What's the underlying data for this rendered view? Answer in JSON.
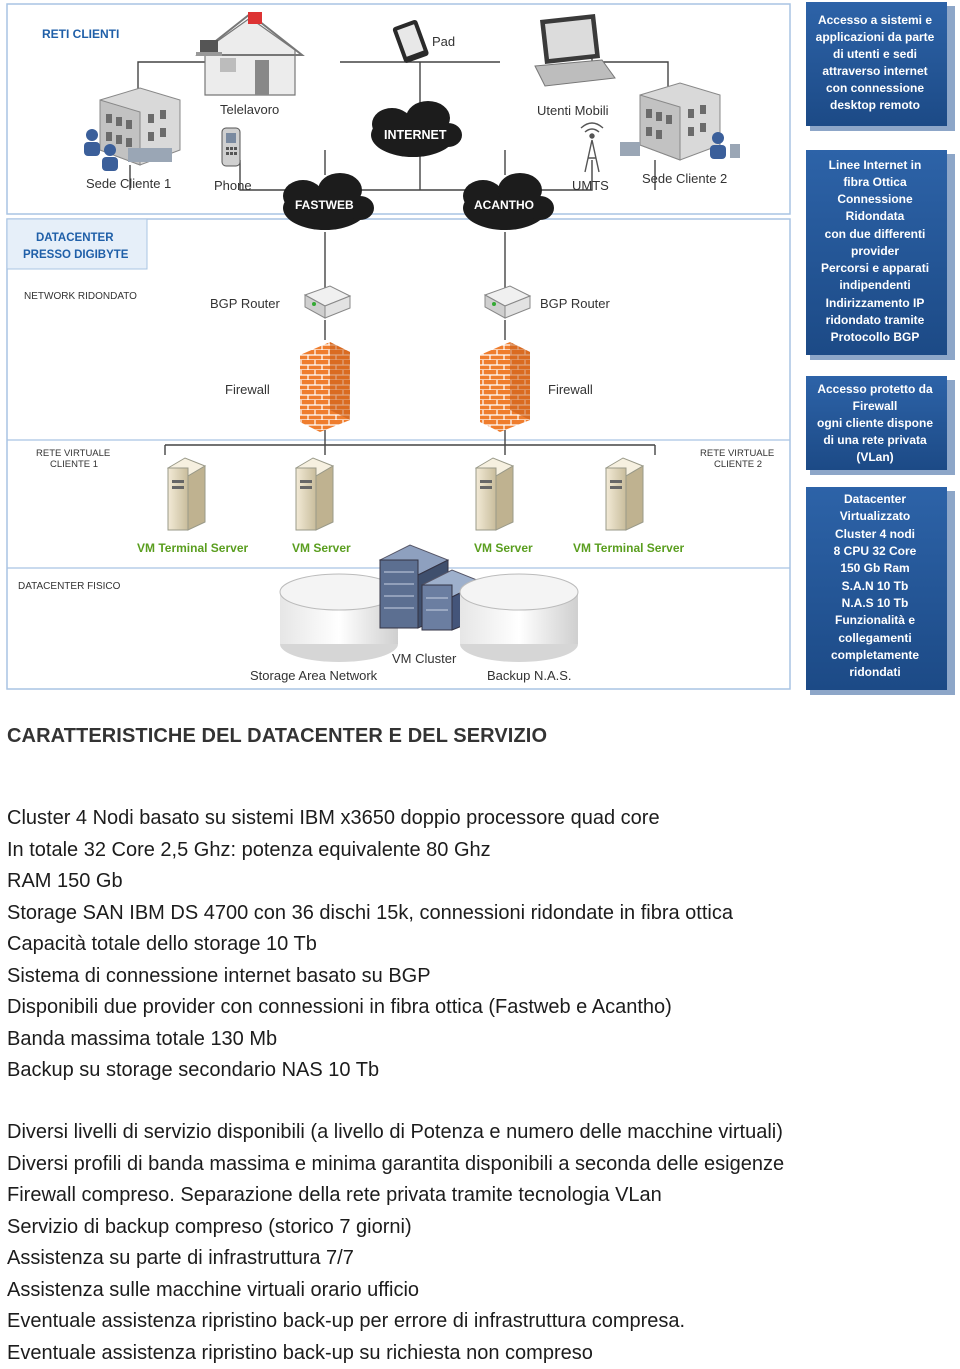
{
  "diagram": {
    "zones": {
      "client_networks": "RETI CLIENTI",
      "datacenter": [
        "DATACENTER",
        "PRESSO DIGIBYTE"
      ],
      "network": "NETWORK RIDONDATO",
      "virtual_net_1": [
        "RETE VIRTUALE",
        "CLIENTE 1"
      ],
      "virtual_net_2": [
        "RETE VIRTUALE",
        "CLIENTE 2"
      ],
      "physical": "DATACENTER FISICO"
    },
    "nodes": {
      "site1": "Sede Cliente 1",
      "telework": "Telelavoro",
      "phone": "Phone",
      "pad": "Pad",
      "mobile_users": "Utenti Mobili",
      "umts": "UMTS",
      "site2": "Sede Cliente 2",
      "internet": "INTERNET",
      "fastweb": "FASTWEB",
      "acantho": "ACANTHO",
      "bgp1": "BGP Router",
      "bgp2": "BGP Router",
      "fw1": "Firewall",
      "fw2": "Firewall",
      "vm1": "VM Terminal Server",
      "vm2": "VM Server",
      "vm3": "VM Server",
      "vm4": "VM Terminal Server",
      "san": "Storage Area Network",
      "cluster": "VM Cluster",
      "nas": "Backup N.A.S."
    },
    "side_boxes": [
      [
        "Accesso a sistemi e",
        "applicazioni da parte",
        "di utenti e sedi",
        "attraverso internet",
        "con connessione",
        "desktop remoto"
      ],
      [
        "Linee Internet in",
        "fibra Ottica",
        "Connessione",
        "Ridondata",
        "con due differenti",
        "provider",
        "Percorsi e apparati",
        "indipendenti",
        "Indirizzamento IP",
        "ridondato tramite",
        "Protocollo BGP"
      ],
      [
        "Accesso protetto da",
        "Firewall",
        "ogni cliente dispone",
        "di una rete privata",
        "(VLan)"
      ],
      [
        "Datacenter",
        "Virtualizzato",
        "Cluster 4 nodi",
        "8 CPU 32 Core",
        "150 Gb Ram",
        "S.A.N  10 Tb",
        "N.A.S 10 Tb",
        "Funzionalità e",
        "collegamenti",
        "completamente",
        "ridondati"
      ]
    ],
    "colors": {
      "accent": "#1f5fa8",
      "side_box": "#1f4f8f",
      "firewall": "#e8722a",
      "cloud": "#1c1c1c",
      "vm_label": "#5a9e1f"
    }
  },
  "heading": "CARATTERISTICHE DEL DATACENTER E DEL SERVIZIO",
  "specs_1": [
    "Cluster 4 Nodi basato su sistemi IBM x3650 doppio processore quad core",
    "In totale 32 Core 2,5 Ghz: potenza equivalente 80 Ghz",
    "RAM 150 Gb",
    "Storage  SAN IBM DS 4700 con 36 dischi 15k, connessioni ridondate in fibra ottica",
    "Capacità totale dello storage 10 Tb",
    "Sistema di connessione internet basato su BGP",
    "Disponibili due provider con connessioni in fibra ottica (Fastweb e Acantho)",
    "Banda massima  totale 130 Mb",
    "Backup su storage secondario NAS 10 Tb"
  ],
  "specs_2": [
    "Diversi livelli di servizio disponibili (a livello di Potenza e numero delle macchine virtuali)",
    "Diversi profili di banda massima e minima garantita disponibili a seconda delle esigenze",
    "Firewall compreso. Separazione della rete privata tramite tecnologia VLan",
    "Servizio di backup compreso (storico 7 giorni)",
    "Assistenza su parte di infrastruttura 7/7",
    "Assistenza sulle macchine virtuali orario ufficio",
    "Eventuale assistenza ripristino back-up per errore di infrastruttura compresa.",
    "Eventuale assistenza ripristino back-up su richiesta non compreso"
  ]
}
